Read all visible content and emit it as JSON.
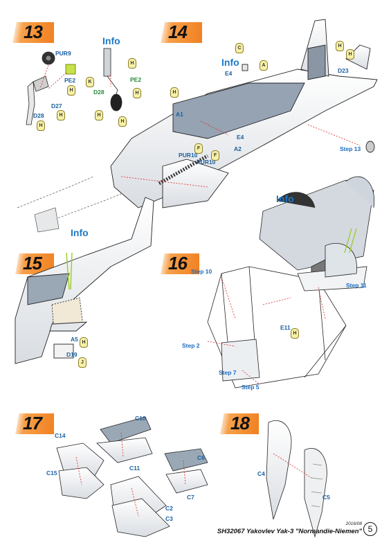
{
  "document": {
    "footer_title": "SH32067  Yakovlev Yak-3 \"Normandie-Niemen\"",
    "date": "2016/08",
    "page_number": "5"
  },
  "steps": [
    {
      "number": "13"
    },
    {
      "number": "14"
    },
    {
      "number": "15"
    },
    {
      "number": "16"
    },
    {
      "number": "17"
    },
    {
      "number": "18"
    }
  ],
  "step13": {
    "labels": [
      "PUR9",
      "PE2",
      "D27",
      "D28",
      "D28",
      "PE2",
      "K"
    ],
    "info": "Info",
    "glue": [
      "H",
      "H",
      "H",
      "H",
      "H",
      "H"
    ]
  },
  "step14": {
    "labels": [
      "E4",
      "E4",
      "A1",
      "A2",
      "D23",
      "PUR10",
      "PUR10"
    ],
    "info": "Info",
    "step_ref": "Step 13",
    "glue": [
      "C",
      "A",
      "H",
      "H",
      "H",
      "F",
      "F"
    ]
  },
  "step15": {
    "labels": [
      "A5",
      "D19"
    ],
    "info": "Info",
    "glue": [
      "H",
      "J"
    ]
  },
  "step16": {
    "labels": [
      "E11"
    ],
    "info": "Info",
    "step_refs": [
      "Step 10",
      "Step 11",
      "Step 2",
      "Step 7",
      "Step 5"
    ],
    "glue": [
      "H"
    ]
  },
  "step17": {
    "labels": [
      "C10",
      "C14",
      "C11",
      "C15",
      "C6",
      "C7",
      "C2",
      "C3"
    ]
  },
  "step18": {
    "labels": [
      "C4",
      "C5"
    ]
  }
}
